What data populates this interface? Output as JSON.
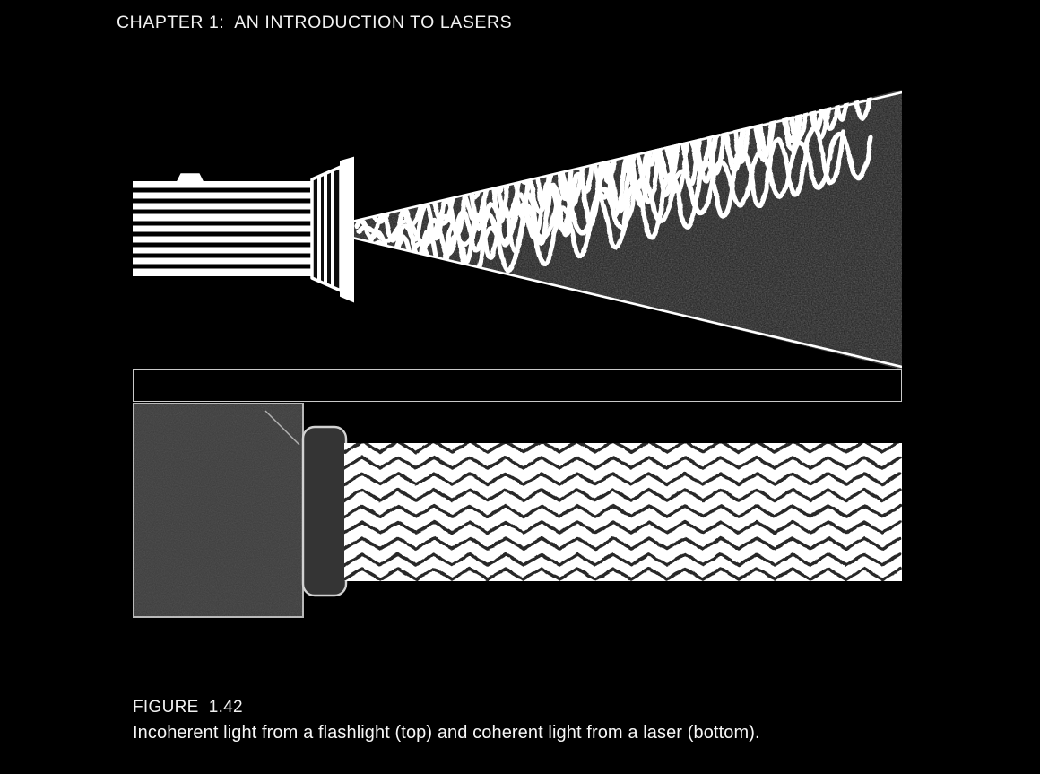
{
  "page": {
    "background_color": "#000000",
    "ink_color": "#ffffff"
  },
  "header": {
    "running_head": "CHAPTER 1:  AN INTRODUCTION TO LASERS"
  },
  "figure": {
    "frame_color": "#c9c9c9",
    "panels": [
      {
        "id": "incoherent-flashlight",
        "position": "top",
        "subject": "flashlight emitting incoherent light",
        "device": {
          "name": "flashlight",
          "barrel_stripes": 9,
          "reflector_ribs": 5,
          "switch_bump": true,
          "fill_color": "#ffffff",
          "barrel_stripe_color": "#000000"
        },
        "light": {
          "kind": "incoherent",
          "geometry": "diverging cone",
          "wave_color": "#ffffff",
          "background_texture_color": "#2a2a2a",
          "wave_trains": 7,
          "phase_relation": "random",
          "amplitude_relation": "varying",
          "wavelength_relation": "varying"
        }
      },
      {
        "id": "coherent-laser",
        "position": "bottom",
        "subject": "laser emitting coherent light",
        "device": {
          "name": "laser",
          "body_fill": "#3a3a3a",
          "body_outline": "#c9c9c9",
          "nozzle_fill": "#333333",
          "nozzle_outline": "#d4d4d4",
          "nozzle_rounded": true
        },
        "light": {
          "kind": "coherent",
          "geometry": "collimated parallel beam",
          "beam_fill": "#ffffff",
          "wave_color": "#1a1a1a",
          "wave_trains": 9,
          "phase_relation": "in phase",
          "amplitude_relation": "identical",
          "wavelength_relation": "identical"
        }
      }
    ]
  },
  "caption": {
    "label": "FIGURE  1.42",
    "text": "Incoherent light from a flashlight (top) and coherent light from a laser (bottom)."
  }
}
